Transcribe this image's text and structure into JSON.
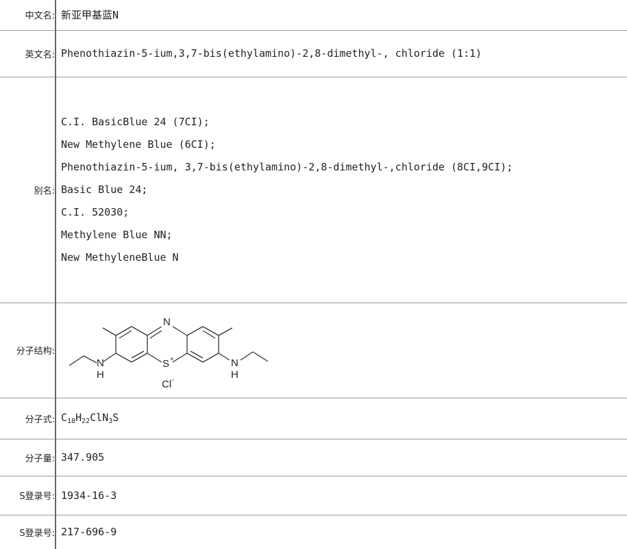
{
  "rows": {
    "chinese_name": {
      "label": "中文名:",
      "value": "新亚甲基蓝N"
    },
    "english_name": {
      "label": "英文名:",
      "value": "Phenothiazin-5-ium,3,7-bis(ethylamino)-2,8-dimethyl-, chloride (1:1)"
    },
    "aliases": {
      "label": "别名:",
      "items": [
        "C.I. BasicBlue 24 (7CI);",
        "New Methylene Blue (6CI);",
        "Phenothiazin-5-ium, 3,7-bis(ethylamino)-2,8-dimethyl-,chloride (8CI,9CI);",
        "Basic Blue 24;",
        "C.I. 52030;",
        "Methylene Blue NN;",
        "New MethyleneBlue N"
      ]
    },
    "structure": {
      "label": "分子结构:",
      "atoms": {
        "n_top": "N",
        "s_center": "S",
        "s_charge": "+",
        "nh_left": "N",
        "h_left": "H",
        "nh_right": "N",
        "h_right": "H",
        "cl": "Cl",
        "cl_charge": "-"
      }
    },
    "formula": {
      "label": "分子式:",
      "parts": [
        {
          "el": "C",
          "n": "18"
        },
        {
          "el": "H",
          "n": "22"
        },
        {
          "el": "ClN",
          "n": "3"
        },
        {
          "el": "S",
          "n": ""
        }
      ]
    },
    "molecular_weight": {
      "label": "分子量:",
      "value": "347.905"
    },
    "cas": {
      "label": "S登录号:",
      "value": "1934-16-3"
    },
    "einecs": {
      "label": "S登录号:",
      "value": "217-696-9"
    }
  },
  "colors": {
    "border": "#9a9a9a",
    "divider": "#666666",
    "text": "#222222"
  }
}
